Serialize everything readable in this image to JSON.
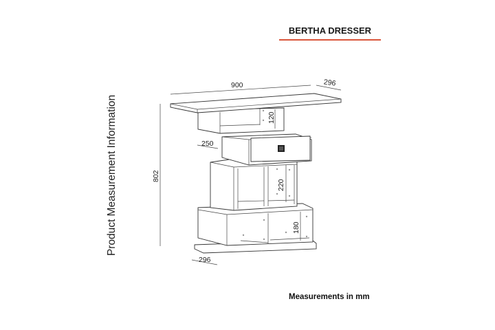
{
  "header": {
    "title": "BERTHA DRESSER",
    "accent_color": "#d9553a"
  },
  "side_label": "Product Measurement Information",
  "footer": {
    "units_note": "Measurements in mm"
  },
  "dimensions": {
    "width": "900",
    "depth_top": "296",
    "height": "802",
    "drawer_depth": "250",
    "depth_bottom": "296",
    "top_shelf_height": "120",
    "middle_shelf_height": "220",
    "bottom_shelf_height": "180"
  }
}
